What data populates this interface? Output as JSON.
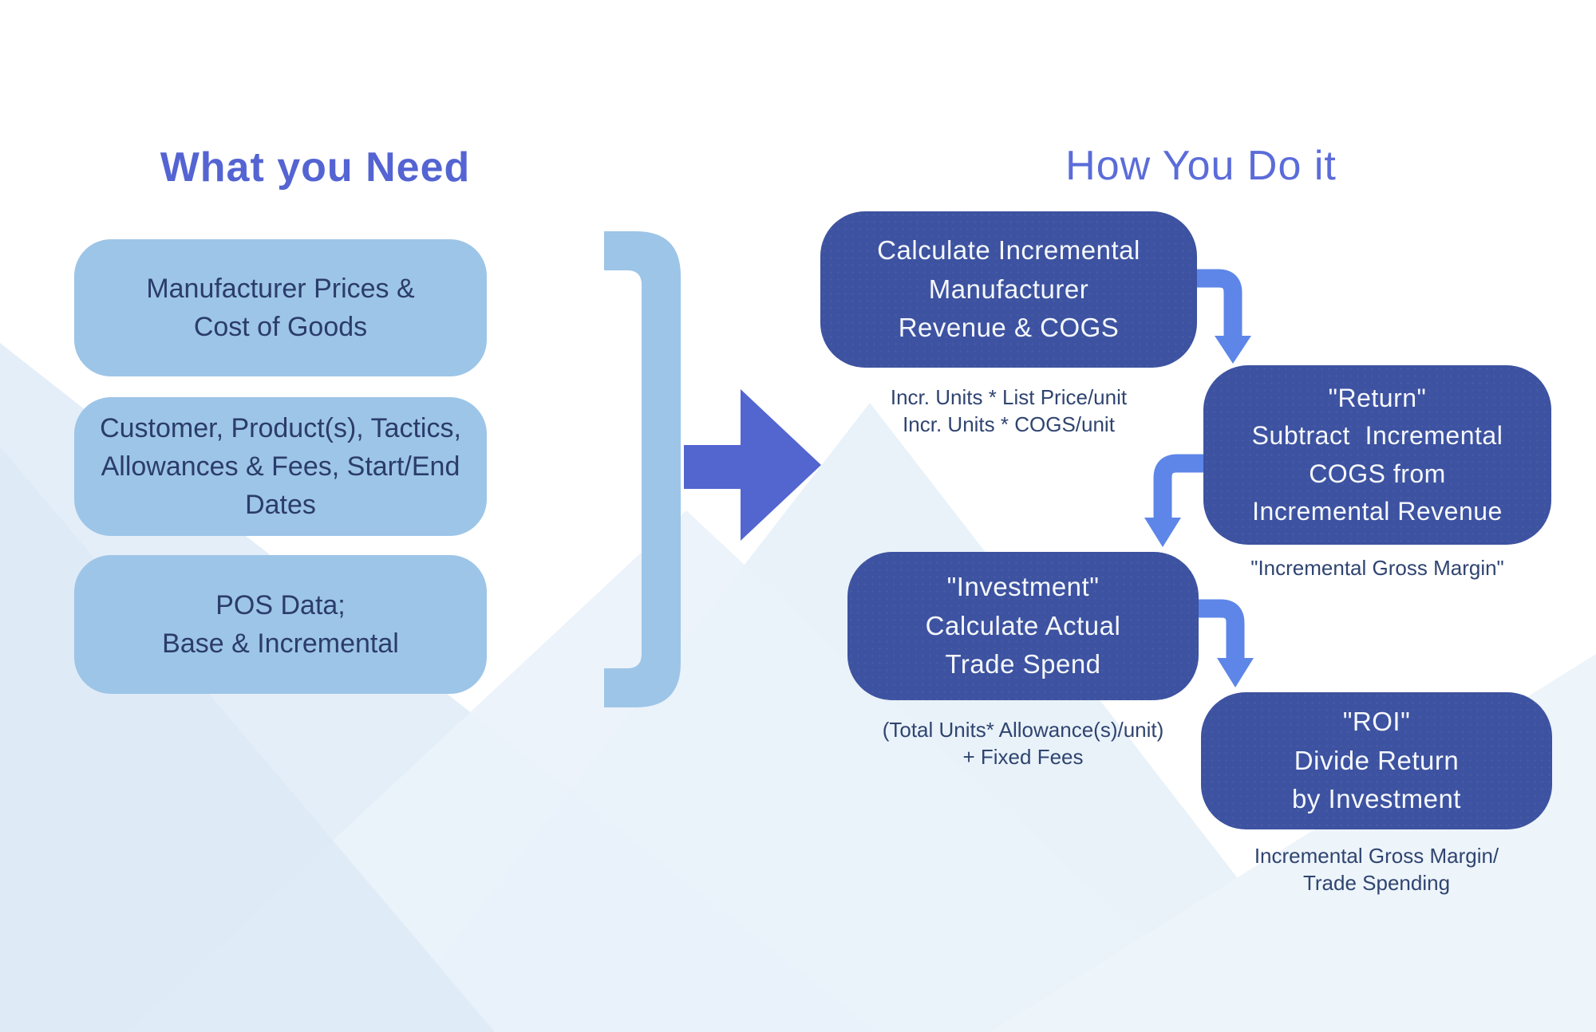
{
  "colors": {
    "title_left": "#5464D2",
    "title_right": "#5B6CD9",
    "light_box_fill": "#9DC5E7",
    "dark_box_fill": "#3D52A0",
    "main_arrow": "#5365CF",
    "connector_arrow": "#5D86E8",
    "navy_text": "#2B3C6B",
    "caption_text": "#2F4470",
    "dark_box_text": "#F5F8FC",
    "background": "#FFFFFF",
    "background_tint": "#E2EDF7"
  },
  "left": {
    "title": "What you Need",
    "boxes": [
      {
        "lines": [
          "Manufacturer Prices &",
          "Cost of Goods"
        ]
      },
      {
        "lines": [
          "Customer, Product(s), Tactics,",
          "Allowances & Fees, Start/End",
          "Dates"
        ]
      },
      {
        "lines": [
          "POS Data;",
          "Base & Incremental"
        ]
      }
    ]
  },
  "right": {
    "title": "How You Do it",
    "steps": [
      {
        "box_lines": [
          "Calculate Incremental",
          "Manufacturer",
          "Revenue & COGS"
        ],
        "caption_lines": [
          "Incr. Units * List Price/unit",
          "Incr. Units * COGS/unit"
        ]
      },
      {
        "box_lines": [
          "\"Return\"",
          "Subtract  Incremental",
          "COGS from",
          "Incremental Revenue"
        ],
        "caption_lines": [
          "\"Incremental Gross Margin\""
        ]
      },
      {
        "box_lines": [
          "\"Investment\"",
          "Calculate Actual",
          "Trade Spend"
        ],
        "caption_lines": [
          "(Total Units* Allowance(s)/unit)",
          "+ Fixed Fees"
        ]
      },
      {
        "box_lines": [
          "\"ROI\"",
          "Divide Return",
          "by Investment"
        ],
        "caption_lines": [
          "Incremental Gross Margin/",
          "Trade Spending"
        ]
      }
    ]
  },
  "icons": {
    "grouping_bracket": "right-square-bracket-shape",
    "main_flow_arrow": "arrow-right-icon",
    "connector_1": "elbow-arrow-down-icon",
    "connector_2": "elbow-arrow-down-icon",
    "connector_3": "elbow-arrow-down-icon"
  }
}
